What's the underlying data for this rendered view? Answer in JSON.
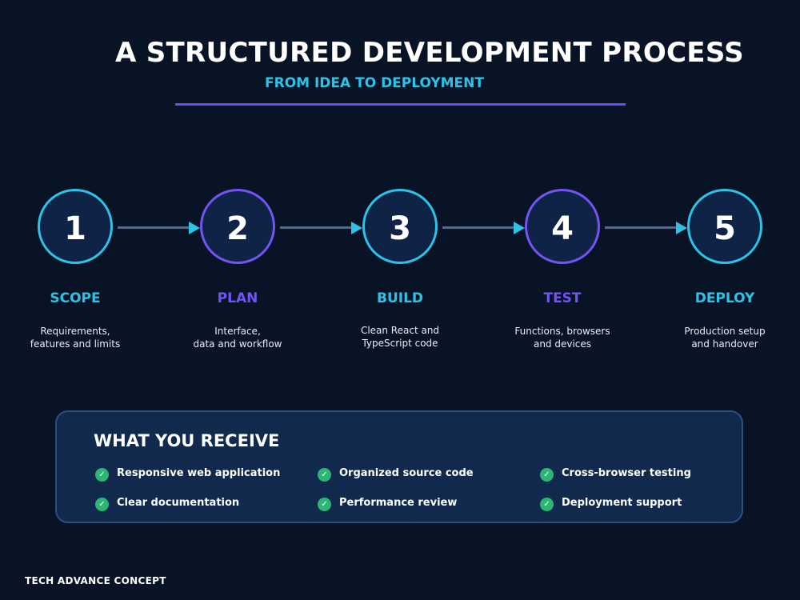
{
  "title": "A STRUCTURED DEVELOPMENT PROCESS",
  "subtitle": "FROM IDEA TO DEPLOYMENT",
  "colors": {
    "background": "#081426",
    "accent_cyan": "#2bc3e8",
    "accent_purple": "#7353f2",
    "panel": "#10294d",
    "check_green": "#2bb673"
  },
  "steps": [
    {
      "number": "1",
      "label": "SCOPE",
      "desc_line1": "Requirements,",
      "desc_line2": "features and limits",
      "accent": "cyan"
    },
    {
      "number": "2",
      "label": "PLAN",
      "desc_line1": "Interface,",
      "desc_line2": "data and workflow",
      "accent": "purple"
    },
    {
      "number": "3",
      "label": "BUILD",
      "desc_line1": "Clean React and",
      "desc_line2": "TypeScript code",
      "accent": "cyan"
    },
    {
      "number": "4",
      "label": "TEST",
      "desc_line1": "Functions, browsers",
      "desc_line2": "and devices",
      "accent": "purple"
    },
    {
      "number": "5",
      "label": "DEPLOY",
      "desc_line1": "Production setup",
      "desc_line2": "and handover",
      "accent": "cyan"
    }
  ],
  "receive": {
    "title": "WHAT YOU RECEIVE",
    "check_icon": "check-circle-icon",
    "check_glyph": "✓",
    "items": [
      "Responsive web application",
      "Organized source code",
      "Cross-browser testing",
      "Clear documentation",
      "Performance review",
      "Deployment support"
    ]
  },
  "footer": "TECH ADVANCE CONCEPT"
}
